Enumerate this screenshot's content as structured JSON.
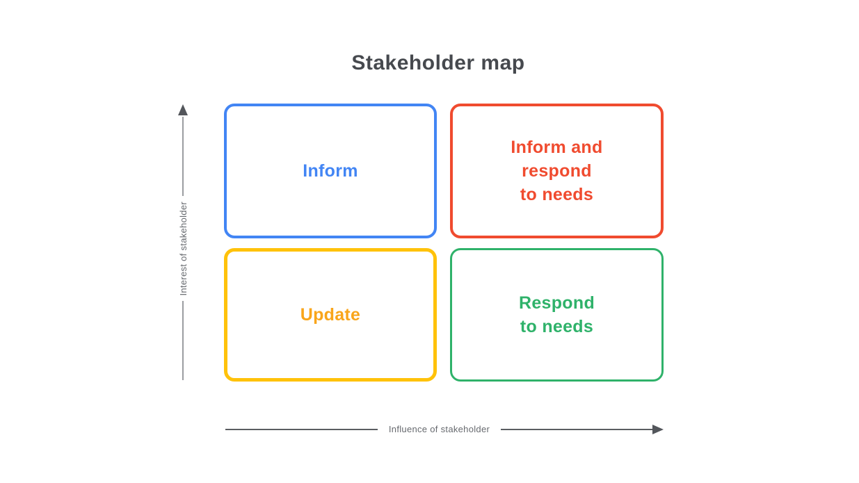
{
  "title": "Stakeholder map",
  "colors": {
    "title_text": "#46494E",
    "axis_line": "#5A5D61",
    "axis_label": "#66696E",
    "blue": "#4285F4",
    "red": "#F04B2F",
    "yellow_border": "#FFC20A",
    "yellow_text": "#F9A51A",
    "green": "#2FB26A"
  },
  "axes": {
    "y": {
      "label": "Interest of stakeholder",
      "arrow": "up"
    },
    "x": {
      "label": "Influence of stakeholder",
      "arrow": "right"
    }
  },
  "quadrants": [
    {
      "position": "top-left",
      "color": "#4285F4",
      "lines": [
        "Inform"
      ]
    },
    {
      "position": "top-right",
      "color": "#F04B2F",
      "lines": [
        "Inform and",
        "respond",
        "to needs"
      ]
    },
    {
      "position": "bottom-left",
      "color": "#FFC20A",
      "lines": [
        "Update"
      ]
    },
    {
      "position": "bottom-right",
      "color": "#2FB26A",
      "lines": [
        "Respond",
        "to needs"
      ]
    }
  ]
}
